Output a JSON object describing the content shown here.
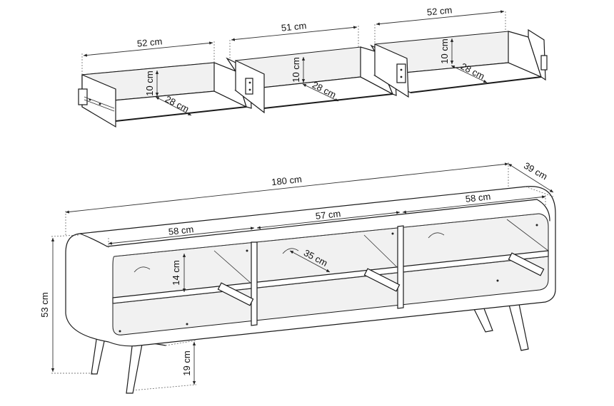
{
  "diagram": {
    "drawers": {
      "left": {
        "width": "52 cm",
        "height": "10 cm",
        "depth": "28 cm"
      },
      "middle": {
        "width": "51 cm",
        "height": "10 cm",
        "depth": "28 cm"
      },
      "right": {
        "width": "52 cm",
        "height": "10 cm",
        "depth": "28 cm"
      }
    },
    "cabinet": {
      "total_width": "180 cm",
      "depth": "39 cm",
      "height": "53 cm",
      "leg_height": "19 cm",
      "shelf_height": "14 cm",
      "inner_depth": "35 cm",
      "compartments": {
        "left": "58 cm",
        "middle": "57 cm",
        "right": "58 cm"
      }
    }
  }
}
